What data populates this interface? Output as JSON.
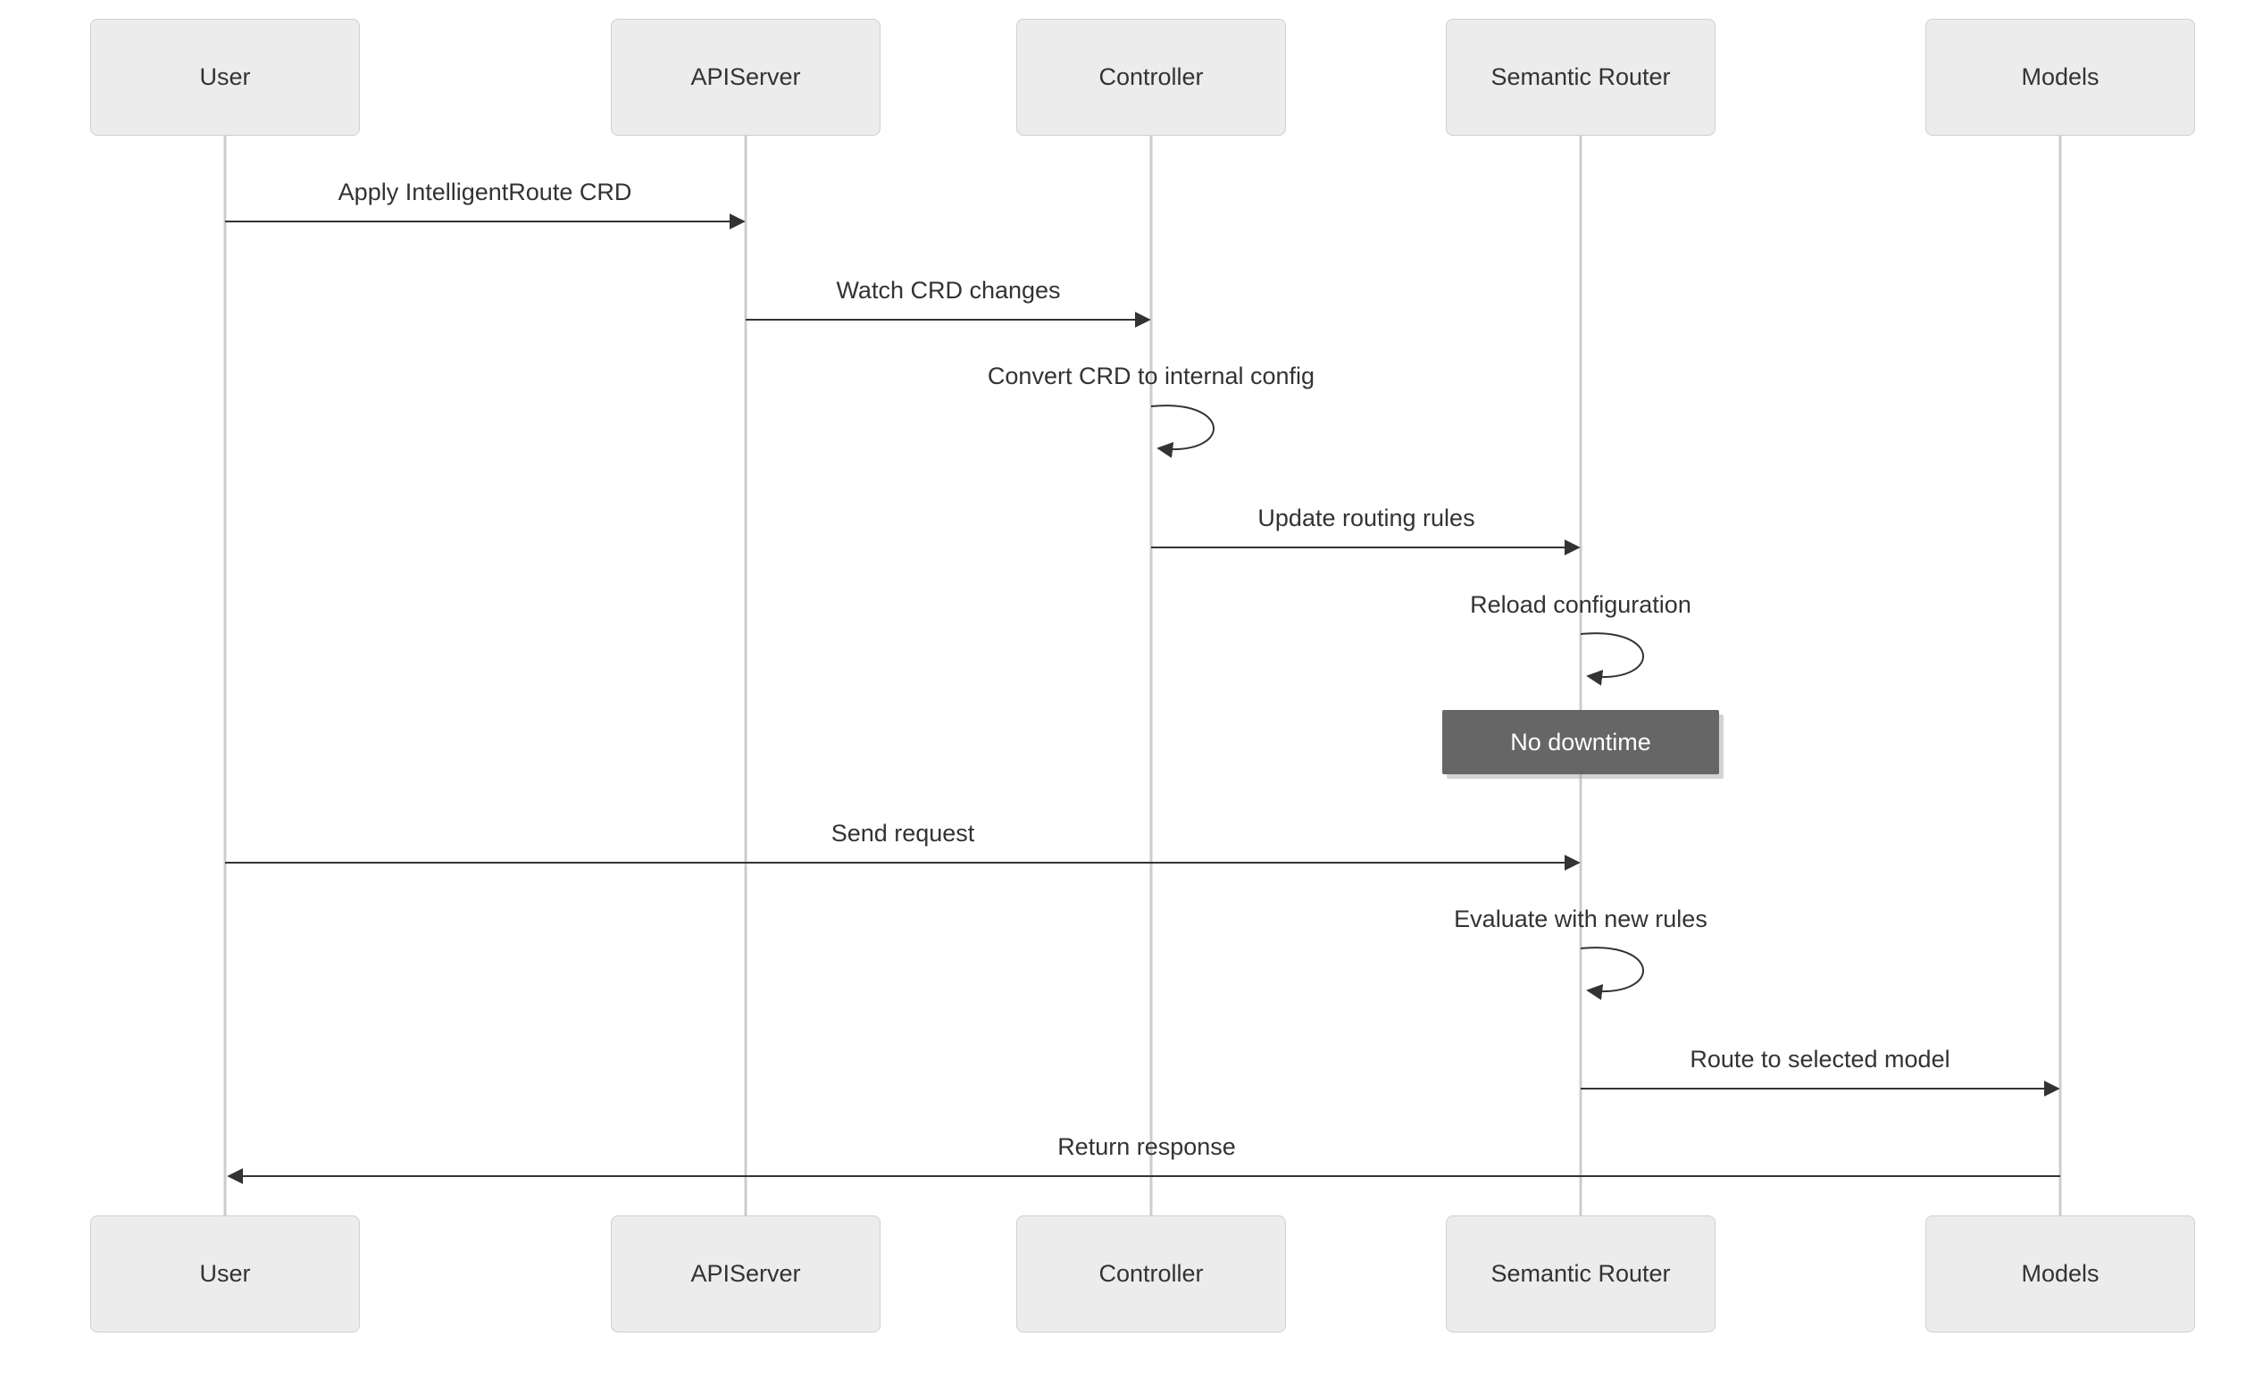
{
  "diagram_type": "sequence-diagram",
  "participants": [
    {
      "id": "user",
      "label": "User"
    },
    {
      "id": "apiserver",
      "label": "APIServer"
    },
    {
      "id": "controller",
      "label": "Controller"
    },
    {
      "id": "semantic-router",
      "label": "Semantic Router"
    },
    {
      "id": "models",
      "label": "Models"
    }
  ],
  "messages": [
    {
      "from": "User",
      "to": "APIServer",
      "label": "Apply IntelligentRoute CRD",
      "type": "arrow"
    },
    {
      "from": "APIServer",
      "to": "Controller",
      "label": "Watch CRD changes",
      "type": "arrow"
    },
    {
      "from": "Controller",
      "to": "Controller",
      "label": "Convert CRD to internal config",
      "type": "self-loop"
    },
    {
      "from": "Controller",
      "to": "Semantic Router",
      "label": "Update routing rules",
      "type": "arrow"
    },
    {
      "from": "Semantic Router",
      "to": "Semantic Router",
      "label": "Reload configuration",
      "type": "self-loop"
    },
    {
      "from": "User",
      "to": "Semantic Router",
      "label": "Send request",
      "type": "arrow"
    },
    {
      "from": "Semantic Router",
      "to": "Semantic Router",
      "label": "Evaluate with new rules",
      "type": "self-loop"
    },
    {
      "from": "Semantic Router",
      "to": "Models",
      "label": "Route to selected model",
      "type": "arrow"
    },
    {
      "from": "Models",
      "to": "User",
      "label": "Return response",
      "type": "arrow"
    }
  ],
  "note": {
    "label": "No downtime",
    "over": "Semantic Router"
  },
  "colors": {
    "participant_bg": "#ececec",
    "participant_border": "#d0d0d0",
    "note_bg": "#666666",
    "note_text": "#ffffff",
    "arrow": "#333333",
    "lifeline": "#cccccc",
    "text": "#333333",
    "background": "#ffffff"
  }
}
